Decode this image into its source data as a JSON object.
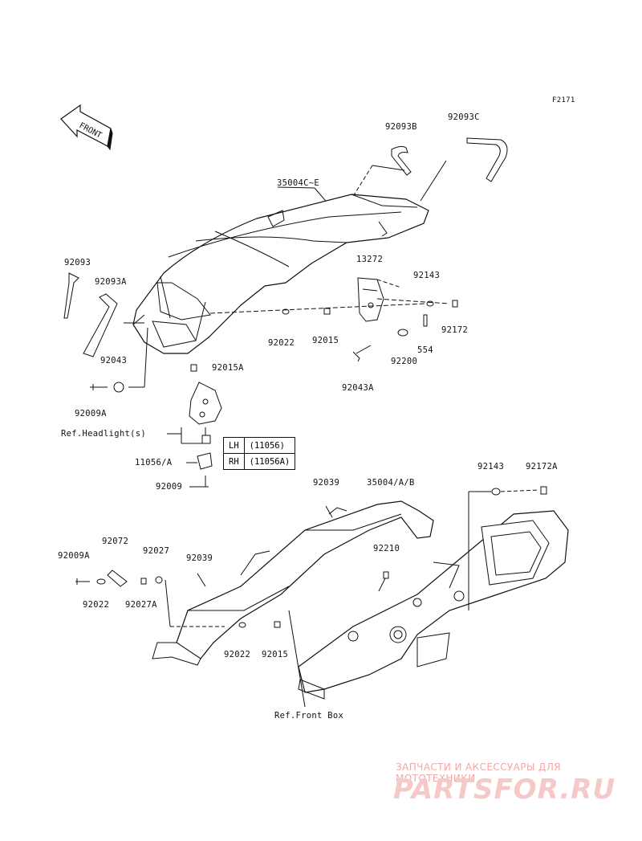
{
  "figure_id": "F2171",
  "front_label": "FRONT",
  "labels": {
    "p92093B": "92093B",
    "p92093C": "92093C",
    "p35004CE": "35004C~E",
    "p92093": "92093",
    "p92093A": "92093A",
    "p13272": "13272",
    "p92143_top": "92143",
    "p92172": "92172",
    "p92022_top": "92022",
    "p92015_top": "92015",
    "p554": "554",
    "p92200": "92200",
    "p92043": "92043",
    "p92015A": "92015A",
    "p92043A": "92043A",
    "p92009A_top": "92009A",
    "ref_headlight": "Ref.Headlight(s)",
    "p11056A": "11056/A",
    "p92009": "92009",
    "p92039_top": "92039",
    "p35004AB": "35004/A/B",
    "p92143_bot": "92143",
    "p92172A": "92172A",
    "p92072": "92072",
    "p92009A_bot": "92009A",
    "p92027": "92027",
    "p92039_bot": "92039",
    "p92210": "92210",
    "p92022_left": "92022",
    "p92027A": "92027A",
    "p92022_bot": "92022",
    "p92015_bot": "92015",
    "ref_front_box": "Ref.Front Box"
  },
  "side_table": [
    {
      "side": "LH",
      "part": "(11056)"
    },
    {
      "side": "RH",
      "part": "(11056A)"
    }
  ],
  "watermark": {
    "line1": "ЗАПЧАСТИ И АКСЕССУАРЫ ДЛЯ МОТОТЕХНИКИ",
    "logo": "PARTSFOR.RU"
  }
}
